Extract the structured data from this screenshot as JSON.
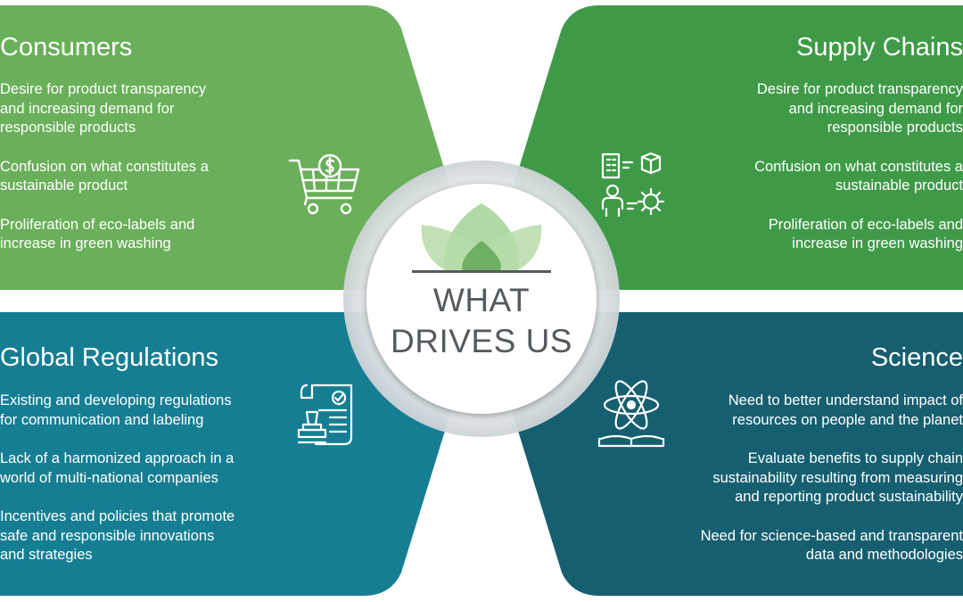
{
  "center": {
    "title_line1": "WHAT",
    "title_line2": "DRIVES US",
    "logo_icon": "lotus-leaf-icon"
  },
  "colors": {
    "consumers": "#6aaf5a",
    "supply_chains": "#3f9a48",
    "global_regulations": "#157e93",
    "science": "#165f70",
    "center_text": "#555a5e"
  },
  "quadrants": {
    "consumers": {
      "title": "Consumers",
      "icon": "shopping-cart-dollar-icon",
      "items": [
        [
          "Desire for product transparency",
          "and increasing demand for",
          "responsible products"
        ],
        [
          "Confusion on what constitutes a",
          "sustainable product"
        ],
        [
          "Proliferation of eco-labels and",
          "increase in green washing"
        ]
      ]
    },
    "supply_chains": {
      "title": "Supply Chains",
      "icon": "supply-chain-icon",
      "items": [
        [
          "Desire for product transparency",
          "and increasing demand for",
          "responsible products"
        ],
        [
          "Confusion on what constitutes a",
          "sustainable product"
        ],
        [
          "Proliferation of eco-labels and",
          "increase in green washing"
        ]
      ]
    },
    "global_regulations": {
      "title": "Global Regulations",
      "icon": "document-stamp-icon",
      "items": [
        [
          "Existing and developing regulations",
          "for communication and labeling"
        ],
        [
          "Lack of a harmonized approach in a",
          "world of multi-national companies"
        ],
        [
          "Incentives and policies that promote",
          "safe and responsible innovations",
          "and strategies"
        ]
      ]
    },
    "science": {
      "title": "Science",
      "icon": "atom-book-icon",
      "items": [
        [
          "Need to better understand impact of",
          "resources on people and the planet"
        ],
        [
          "Evaluate benefits to supply chain",
          "sustainability resulting from measuring",
          "and reporting product sustainability"
        ],
        [
          "Need for science-based and transparent",
          "data and methodologies"
        ]
      ]
    }
  }
}
